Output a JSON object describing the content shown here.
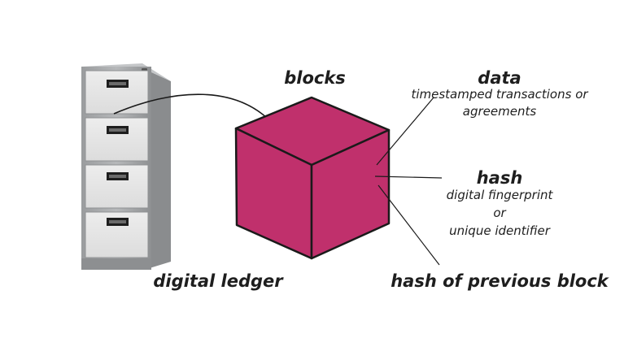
{
  "labels": {
    "blocks": "blocks",
    "data_title": "data",
    "data_desc_line1": "timestamped transactions or",
    "data_desc_line2": "agreements",
    "hash_title": "hash",
    "hash_desc_line1": "digital fingerprint",
    "hash_desc_line2": "or",
    "hash_desc_line3": "unique identifier",
    "hash_prev": "hash of previous block",
    "digital_ledger": "digital ledger"
  },
  "colors": {
    "cube_fill": "#c0306c",
    "cube_stroke": "#1a1a1a",
    "cabinet_body": "#a7a9ab",
    "cabinet_drawer": "#e6e6e6",
    "cabinet_handle": "#1e1e1e",
    "text": "#1e1e1e"
  }
}
